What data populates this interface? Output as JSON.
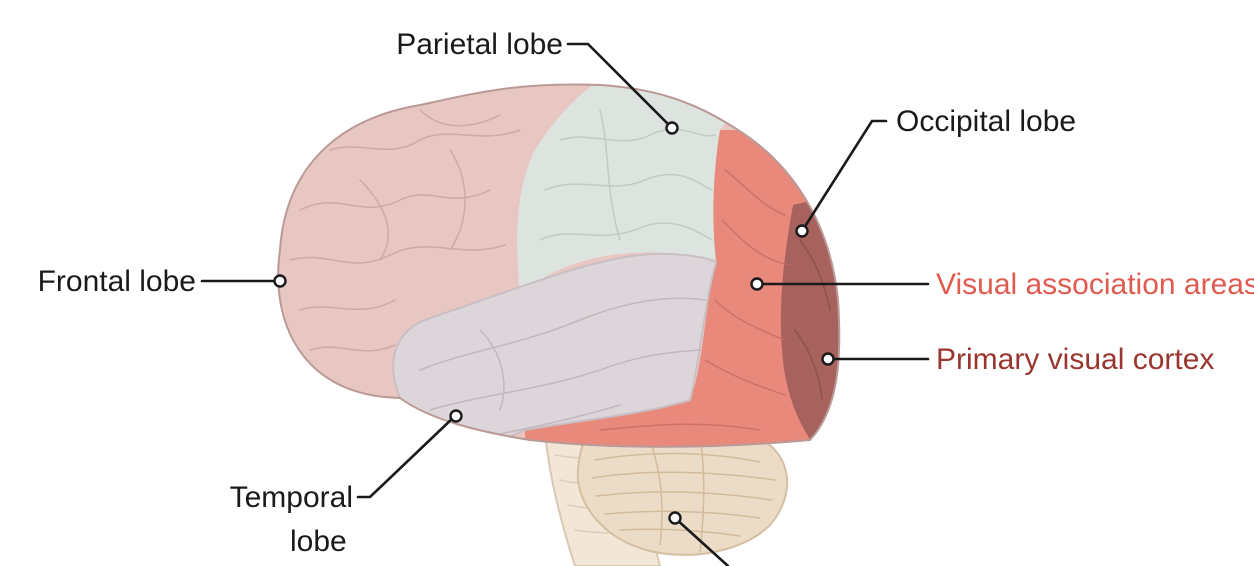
{
  "labels": {
    "parietal": "Parietal lobe",
    "occipital": "Occipital lobe",
    "frontal": "Frontal lobe",
    "visual_association": "Visual association areas",
    "primary_visual": "Primary visual cortex",
    "temporal_line1": "Temporal",
    "temporal_line2": "lobe"
  },
  "colors": {
    "frontal": "#e8c6c1",
    "parietal": "#dde4df",
    "temporal": "#dcd6da",
    "visual_association": "#e8897c",
    "primary_visual": "#a8625e",
    "cerebellum": "#ecdcc7",
    "brainstem": "#f2e7d7",
    "label_text": "#1a1a1a",
    "visual_association_text": "#e05a50",
    "primary_visual_text": "#9a3530"
  }
}
